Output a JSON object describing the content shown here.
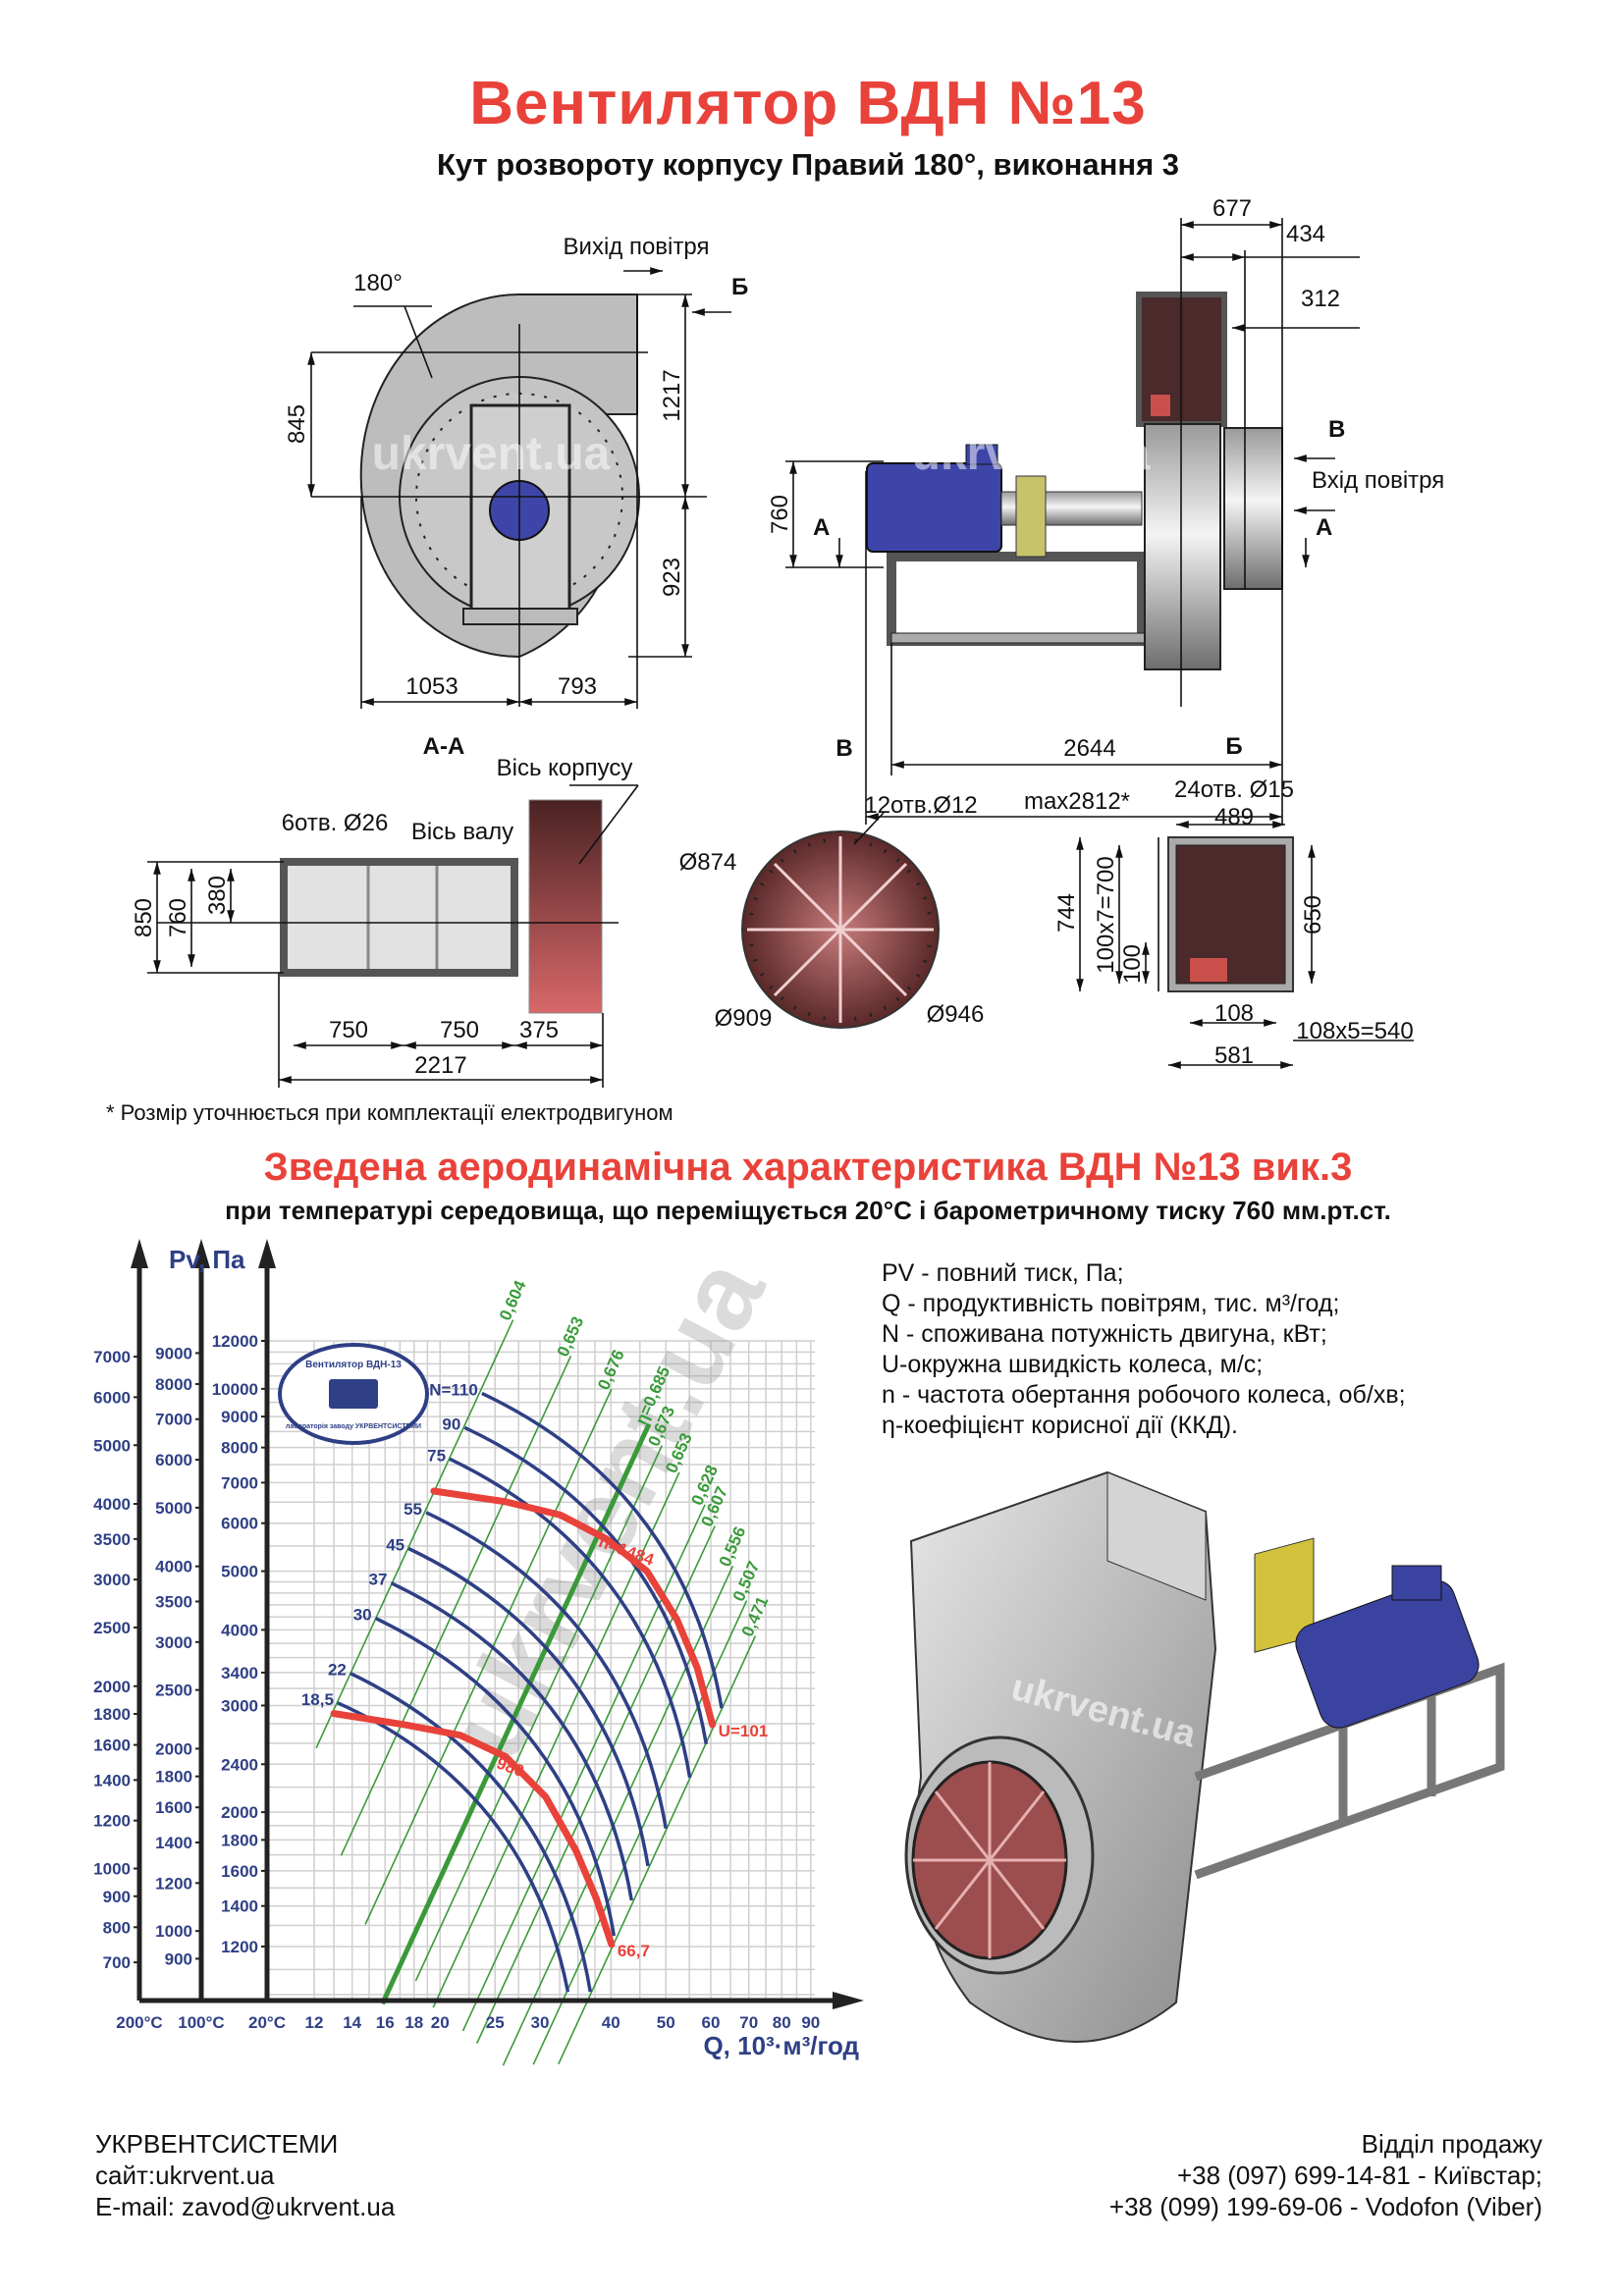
{
  "header": {
    "title": "Вентилятор  ВДН №13",
    "subtitle": "Кут розвороту корпусу Правий 180°, виконання 3"
  },
  "drawing_front": {
    "outlet_label": "Вихід повітря",
    "angle": "180°",
    "section_b": "Б",
    "dims": {
      "h_top": "845",
      "h_outlet": "1217",
      "h_bottom": "923",
      "w_left": "1053",
      "w_right": "793"
    }
  },
  "drawing_side": {
    "dims": {
      "d677": "677",
      "d434": "434",
      "d312": "312",
      "d760": "760",
      "d2644": "2644",
      "dmax": "max2812*"
    },
    "section_v": "В",
    "inlet_label": "Вхід повітря",
    "section_a_left": "А",
    "section_a_right": "А",
    "section_b": "Б"
  },
  "section_aa": {
    "title": "А-А",
    "housing_axis": "Вісь корпусу",
    "holes": "6отв. Ø26",
    "shaft_axis": "Вісь валу",
    "dims": {
      "d850": "850",
      "d760": "760",
      "d380": "380",
      "d750a": "750",
      "d750b": "750",
      "d375": "375",
      "d2217": "2217"
    }
  },
  "section_v": {
    "title": "В",
    "holes": "12отв.Ø12",
    "d874": "Ø874",
    "d909": "Ø909",
    "d946": "Ø946"
  },
  "section_b": {
    "title": "Б",
    "holes": "24отв. Ø15",
    "d489": "489",
    "d744": "744",
    "d700": "100x7=700",
    "d100": "100",
    "d650": "650",
    "d108": "108",
    "d540": "108x5=540",
    "d581": "581"
  },
  "watermark": "ukrvent.ua",
  "footnote": "* Розмір уточнюється при комплектації електродвигуном",
  "chart_heading": "Зведена аеродинамічна характеристика ВДН №13 вик.3",
  "chart_subheading": "при температурі середовища, що переміщується 20°С і барометричному тиску 760 мм.рт.ст.",
  "legend": [
    "PV - повний тиск, Па;",
    "Q - продуктивність повітрям, тис. м³/год;",
    "N - споживана потужність двигуна, кВт;",
    "U-окружна швидкість колеса, м/с;",
    "n - частота обертання робочого колеса, об/хв;",
    "η-коефіцієнт корисної дії (ККД)."
  ],
  "logo": {
    "top": "Вентилятор ВДН-13",
    "bottom": "лабораторія заводу УКРВЕНТСИСТЕМИ"
  },
  "chart_data": {
    "type": "line",
    "title": "",
    "ylabel": "Pv, Па",
    "xlabel": "Q, 10³·м³/год",
    "xscale": "log",
    "yscale": "log",
    "xlim": [
      12,
      90
    ],
    "ylim": [
      980,
      12000
    ],
    "grid": true,
    "x_ticks": [
      12,
      14,
      16,
      18,
      20,
      25,
      30,
      40,
      50,
      60,
      70,
      80,
      90
    ],
    "axis_temp_labels": [
      "200°C",
      "100°C",
      "20°C"
    ],
    "y_ticks_20C": [
      12000,
      10000,
      9000,
      8000,
      7000,
      6000,
      5000,
      4000,
      3400,
      3000,
      2400,
      2000,
      1800,
      1600,
      1400,
      1200
    ],
    "y_ticks_100C": [
      9000,
      8000,
      7000,
      6000,
      5000,
      4000,
      3500,
      3000,
      2500,
      2000,
      1800,
      1600,
      1400,
      1200,
      1000,
      900
    ],
    "y_ticks_200C": [
      7000,
      6000,
      5000,
      4000,
      3500,
      3000,
      2500,
      2000,
      1800,
      1600,
      1400,
      1200,
      1000,
      900,
      800,
      700
    ],
    "power_curves": [
      {
        "label": "N=110",
        "start": [
          23.7,
          9830
        ],
        "end": [
          62.7,
          2970
        ]
      },
      {
        "label": "90",
        "start": [
          22.1,
          8630
        ],
        "end": [
          58.9,
          2590
        ]
      },
      {
        "label": "75",
        "start": [
          20.8,
          7660
        ],
        "end": [
          55.1,
          2280
        ]
      },
      {
        "label": "55",
        "start": [
          18.9,
          6250
        ],
        "end": [
          50.0,
          1880
        ]
      },
      {
        "label": "45",
        "start": [
          17.6,
          5450
        ],
        "end": [
          46.5,
          1630
        ]
      },
      {
        "label": "37",
        "start": [
          16.4,
          4780
        ],
        "end": [
          43.5,
          1430
        ]
      },
      {
        "label": "30",
        "start": [
          15.4,
          4180
        ],
        "end": [
          40.5,
          1250
        ]
      },
      {
        "label": "22",
        "start": [
          13.9,
          3390
        ],
        "end": [
          36.8,
          1010
        ]
      },
      {
        "label": "18,5",
        "start": [
          13.2,
          3030
        ],
        "end": [
          33.6,
          1010
        ]
      }
    ],
    "speed_curves": [
      {
        "label": "n=1484",
        "end_label": "U=101",
        "points": [
          [
            19.5,
            6780
          ],
          [
            26.1,
            6510
          ],
          [
            32.6,
            6190
          ],
          [
            39.3,
            5650
          ],
          [
            46.3,
            5000
          ],
          [
            52.3,
            4160
          ],
          [
            56.8,
            3460
          ],
          [
            60.4,
            2790
          ]
        ]
      },
      {
        "label": "980",
        "end_label": "66,7",
        "points": [
          [
            13.0,
            2910
          ],
          [
            17.3,
            2790
          ],
          [
            21.7,
            2680
          ],
          [
            26.1,
            2470
          ],
          [
            30.7,
            2120
          ],
          [
            34.7,
            1730
          ],
          [
            37.7,
            1440
          ],
          [
            40.1,
            1210
          ]
        ]
      }
    ],
    "efficiency_lines": [
      {
        "label": "0,604",
        "top": [
          26.9,
          13000
        ]
      },
      {
        "label": "0,653",
        "top": [
          34.0,
          11330
        ]
      },
      {
        "label": "0,676",
        "top": [
          40.1,
          9990
        ]
      },
      {
        "label": "η=0,685",
        "top": [
          46.7,
          8750
        ],
        "optimal": true
      },
      {
        "label": "0,673",
        "top": [
          49.2,
          8060
        ]
      },
      {
        "label": "0,653",
        "top": [
          52.8,
          7280
        ]
      },
      {
        "label": "0,628",
        "top": [
          58.6,
          6440
        ]
      },
      {
        "label": "0,607",
        "top": [
          61.0,
          5940
        ]
      },
      {
        "label": "0,556",
        "top": [
          65.6,
          5100
        ]
      },
      {
        "label": "0,507",
        "top": [
          69.4,
          4470
        ]
      },
      {
        "label": "0,471",
        "top": [
          71.9,
          3910
        ]
      }
    ]
  },
  "footer": {
    "company": "УКРВЕНТСИСТЕМИ",
    "site": "сайт:ukrvent.ua",
    "email": "E-mail: zavod@ukrvent.ua",
    "sales_title": "Відділ продажу",
    "phone1": "+38 (097) 699-14-81 - Київстар;",
    "phone2": "+38 (099) 199-69-06 - Vodofon (Viber)"
  },
  "colors": {
    "accent": "#e8423a",
    "curve_blue": "#2e3f85",
    "eff_green": "#3a9a3a",
    "axis_blue": "#2e3f85"
  }
}
